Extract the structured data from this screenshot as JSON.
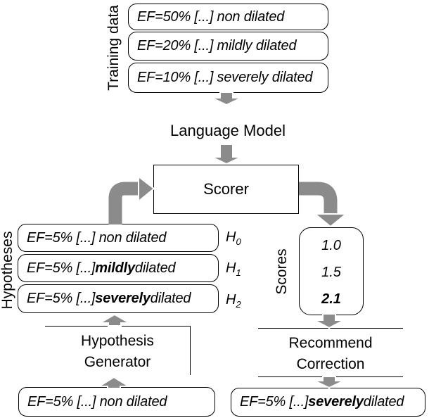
{
  "colors": {
    "arrow": "#8b8b8b",
    "border": "#000000",
    "background": "#ffffff"
  },
  "training": {
    "label": "Training data",
    "items": [
      "EF=50% [...] non dilated",
      "EF=20% [...] mildly dilated",
      "EF=10% [...] severely dilated"
    ]
  },
  "language_model": {
    "label": "Language Model"
  },
  "scorer": {
    "label": "Scorer"
  },
  "hypotheses": {
    "label": "Hypotheses",
    "items": [
      {
        "pre": "EF=5% [...] non dilated",
        "bold": "",
        "post": "",
        "tag": "H",
        "sub": "0"
      },
      {
        "pre": "EF=5% [...] ",
        "bold": "mildly",
        "post": " dilated",
        "tag": "H",
        "sub": "1"
      },
      {
        "pre": "EF=5% [...] ",
        "bold": "severely",
        "post": " dilated",
        "tag": "H",
        "sub": "2"
      }
    ]
  },
  "scores": {
    "label": "Scores",
    "values": [
      "1.0",
      "1.5",
      "2.1"
    ]
  },
  "generator": {
    "lines": [
      "Hypothesis",
      "Generator"
    ]
  },
  "recommend": {
    "lines": [
      "Recommend",
      "Correction"
    ]
  },
  "input_box": {
    "text": "EF=5% [...] non dilated"
  },
  "output_box": {
    "pre": "EF=5% [...] ",
    "bold": "severely",
    "post": " dilated"
  }
}
